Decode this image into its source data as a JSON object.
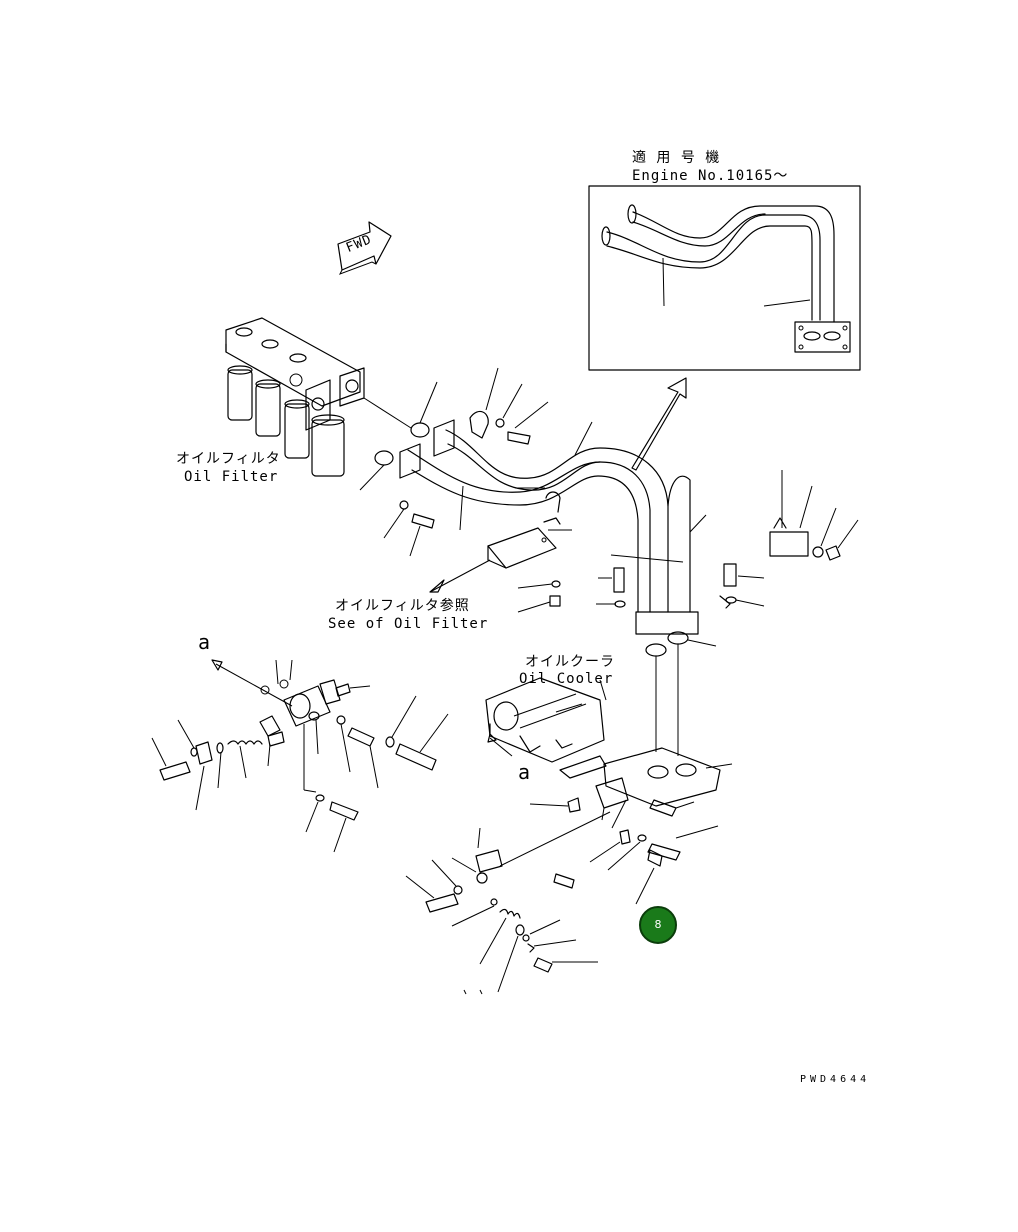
{
  "inset": {
    "title_jp": "適 用 号 機",
    "title_en": "Engine No.10165～"
  },
  "labels": {
    "fwd": "FWD",
    "oil_filter_jp": "オイルフィルタ",
    "oil_filter_en": "Oil Filter",
    "see_oil_filter_jp": "オイルフィルタ参照",
    "see_oil_filter_en": "See of Oil Filter",
    "oil_cooler_jp": "オイルクーラ",
    "oil_cooler_en": "Oil Cooler",
    "view_a_upper": "a",
    "view_a_lower": "a"
  },
  "drawing_code": "PWD4644",
  "marker": {
    "label": "8",
    "color": "#1a7a1a"
  }
}
